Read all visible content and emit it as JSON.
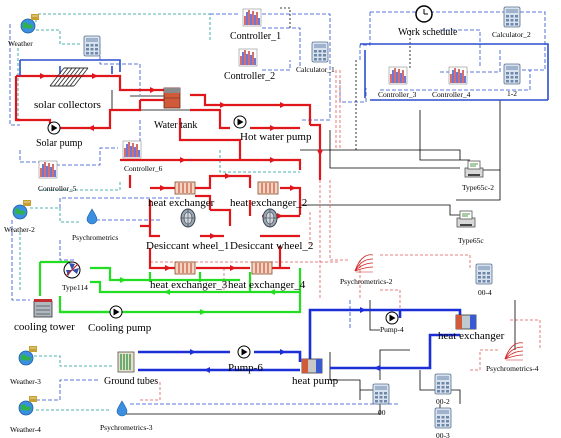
{
  "colors": {
    "hot": "#e0161b",
    "cool": "#1a2fd8",
    "green": "#22dd22",
    "control_blue": "#2a4fcf",
    "teal": "#1a9a9a",
    "pink": "#e05a5a",
    "black": "#111111"
  },
  "components": {
    "weather": "Weather",
    "weather_2": "Weather-2",
    "weather_3": "Weather-3",
    "weather_4": "Weather-4",
    "controller_1": "Controller_1",
    "controller_2": "Controller_2",
    "controller_3": "Controller_3",
    "controller_4": "Controller_4",
    "controller_5": "Controller_5",
    "controller_6": "Controller_6",
    "calculator_1": "Calculator_1",
    "calculator_2": "Calculator_2",
    "calc_12": "1-2",
    "work_schedule": "Work schedule",
    "solar_collectors": "solar collectors",
    "solar_pump": "Solar pump",
    "water_tank": "Water tank",
    "hot_water_pump": "Hot water pump",
    "type65c_2": "Type65c-2",
    "type65c": "Type65c",
    "heat_exchanger": "heat exchanger",
    "heat_exchanger_2": "heat exchanger_2",
    "heat_exchanger_3": "heat exchanger_3",
    "heat_exchanger_4": "heat exchanger_4",
    "heat_exchanger_b": "heat exchanger",
    "psychrometrics": "Psychrometrics",
    "psychrometrics_2": "Psychrometrics-2",
    "psychrometrics_3": "Psychrometrics-3",
    "psychrometrics_4": "Psychrometrics-4",
    "desiccant_wheel_1": "Desiccant wheel_1",
    "desiccant_wheel_2": "Desiccant wheel_2",
    "type114": "Type114",
    "cooling_tower": "cooling tower",
    "cooling_pump": "Cooling pump",
    "pump_4": "Pump-4",
    "pump_6": "Pump-6",
    "ground_tubes": "Ground tubes",
    "heat_pump": "heat pump",
    "eq_00_4": "00-4",
    "eq_00": "00",
    "eq_00_2": "00-2",
    "eq_00_3": "00-3"
  }
}
